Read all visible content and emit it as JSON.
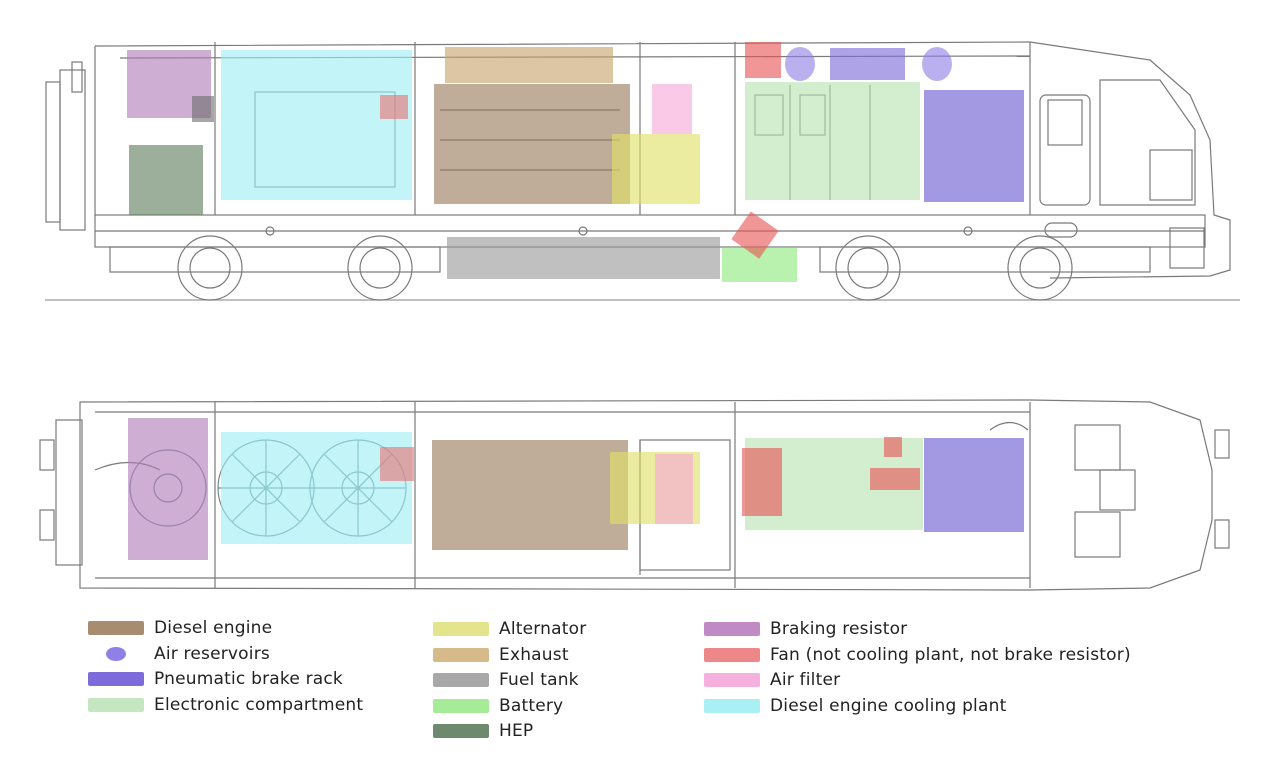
{
  "legend": [
    {
      "id": "diesel-engine",
      "label": "Diesel engine",
      "color": "#a88c70",
      "shape": "bar"
    },
    {
      "id": "air-reservoirs",
      "label": "Air reservoirs",
      "color": "#8f80e6",
      "shape": "dot"
    },
    {
      "id": "pneumatic-brake-rack",
      "label": "Pneumatic brake rack",
      "color": "#7c6bd9",
      "shape": "bar"
    },
    {
      "id": "electronic-compartment",
      "label": "Electronic compartment",
      "color": "#c4e6c0",
      "shape": "bar"
    },
    {
      "id": "alternator",
      "label": "Alternator",
      "color": "#e4e48c",
      "shape": "bar"
    },
    {
      "id": "exhaust",
      "label": "Exhaust",
      "color": "#d6ba8a",
      "shape": "bar"
    },
    {
      "id": "fuel-tank",
      "label": "Fuel tank",
      "color": "#a8a8a8",
      "shape": "bar"
    },
    {
      "id": "battery",
      "label": "Battery",
      "color": "#a6ec98",
      "shape": "bar"
    },
    {
      "id": "hep",
      "label": "HEP",
      "color": "#6e8a6e",
      "shape": "bar"
    },
    {
      "id": "braking-resistor",
      "label": "Braking resistor",
      "color": "#c08ac4",
      "shape": "bar"
    },
    {
      "id": "fan",
      "label": "Fan (not cooling plant, not brake resistor)",
      "color": "#ee8888",
      "shape": "bar"
    },
    {
      "id": "air-filter",
      "label": "Air filter",
      "color": "#f6b0de",
      "shape": "bar"
    },
    {
      "id": "cooling-plant",
      "label": "Diesel engine cooling plant",
      "color": "#a8f0f4",
      "shape": "bar"
    }
  ],
  "colors": {
    "line": "#7a7a7a",
    "line_dark": "#444444"
  }
}
